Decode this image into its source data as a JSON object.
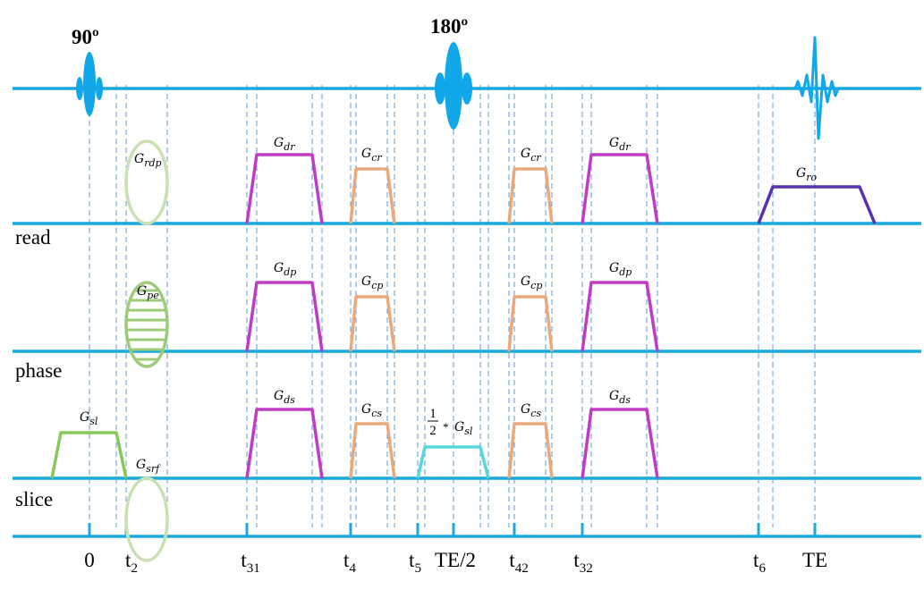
{
  "rf": {
    "pulse_90": "90º",
    "pulse_180": "180º"
  },
  "channels": {
    "read": "read",
    "phase": "phase",
    "slice": "slice"
  },
  "gradients": {
    "read": {
      "rdp": {
        "G": "G",
        "sub": "rdp"
      },
      "dr_1": {
        "G": "G",
        "sub": "dr"
      },
      "cr_1": {
        "G": "G",
        "sub": "cr"
      },
      "cr_2": {
        "G": "G",
        "sub": "cr"
      },
      "dr_2": {
        "G": "G",
        "sub": "dr"
      },
      "ro": {
        "G": "G",
        "sub": "ro"
      }
    },
    "phase": {
      "pe": {
        "G": "G",
        "sub": "pe"
      },
      "dp_1": {
        "G": "G",
        "sub": "dp"
      },
      "cp_1": {
        "G": "G",
        "sub": "cp"
      },
      "cp_2": {
        "G": "G",
        "sub": "cp"
      },
      "dp_2": {
        "G": "G",
        "sub": "dp"
      }
    },
    "slice": {
      "sl": {
        "G": "G",
        "sub": "sl"
      },
      "srf": {
        "G": "G",
        "sub": "srf"
      },
      "ds_1": {
        "G": "G",
        "sub": "ds"
      },
      "cs_1": {
        "G": "G",
        "sub": "cs"
      },
      "half_sl": {
        "num": "1",
        "den": "2",
        "op": "*",
        "G": "G",
        "sub": "sl"
      },
      "cs_2": {
        "G": "G",
        "sub": "cs"
      },
      "ds_2": {
        "G": "G",
        "sub": "ds"
      }
    }
  },
  "timeline": {
    "t0": {
      "main": "0",
      "sub": ""
    },
    "t2": {
      "main": "t",
      "sub": "2"
    },
    "t31": {
      "main": "t",
      "sub": "31"
    },
    "t4": {
      "main": "t",
      "sub": "4"
    },
    "t5": {
      "main": "t",
      "sub": "5"
    },
    "te_half": {
      "main": "TE/2",
      "sub": ""
    },
    "t42": {
      "main": "t",
      "sub": "42"
    },
    "t32": {
      "main": "t",
      "sub": "32"
    },
    "t6": {
      "main": "t",
      "sub": "6"
    },
    "te": {
      "main": "TE",
      "sub": ""
    }
  },
  "colors": {
    "axis": "#19a9de",
    "guide": "#5b9bd5",
    "rf": "#12a7e8",
    "spoiler": "#c03cc6",
    "crusher": "#eaa87d",
    "readout": "#5631b0",
    "slice_select": "#86c95a",
    "refocus_slice": "#56d6dd",
    "prephaser": "#9ccb7a",
    "rewinder": "#c8e0b2"
  }
}
